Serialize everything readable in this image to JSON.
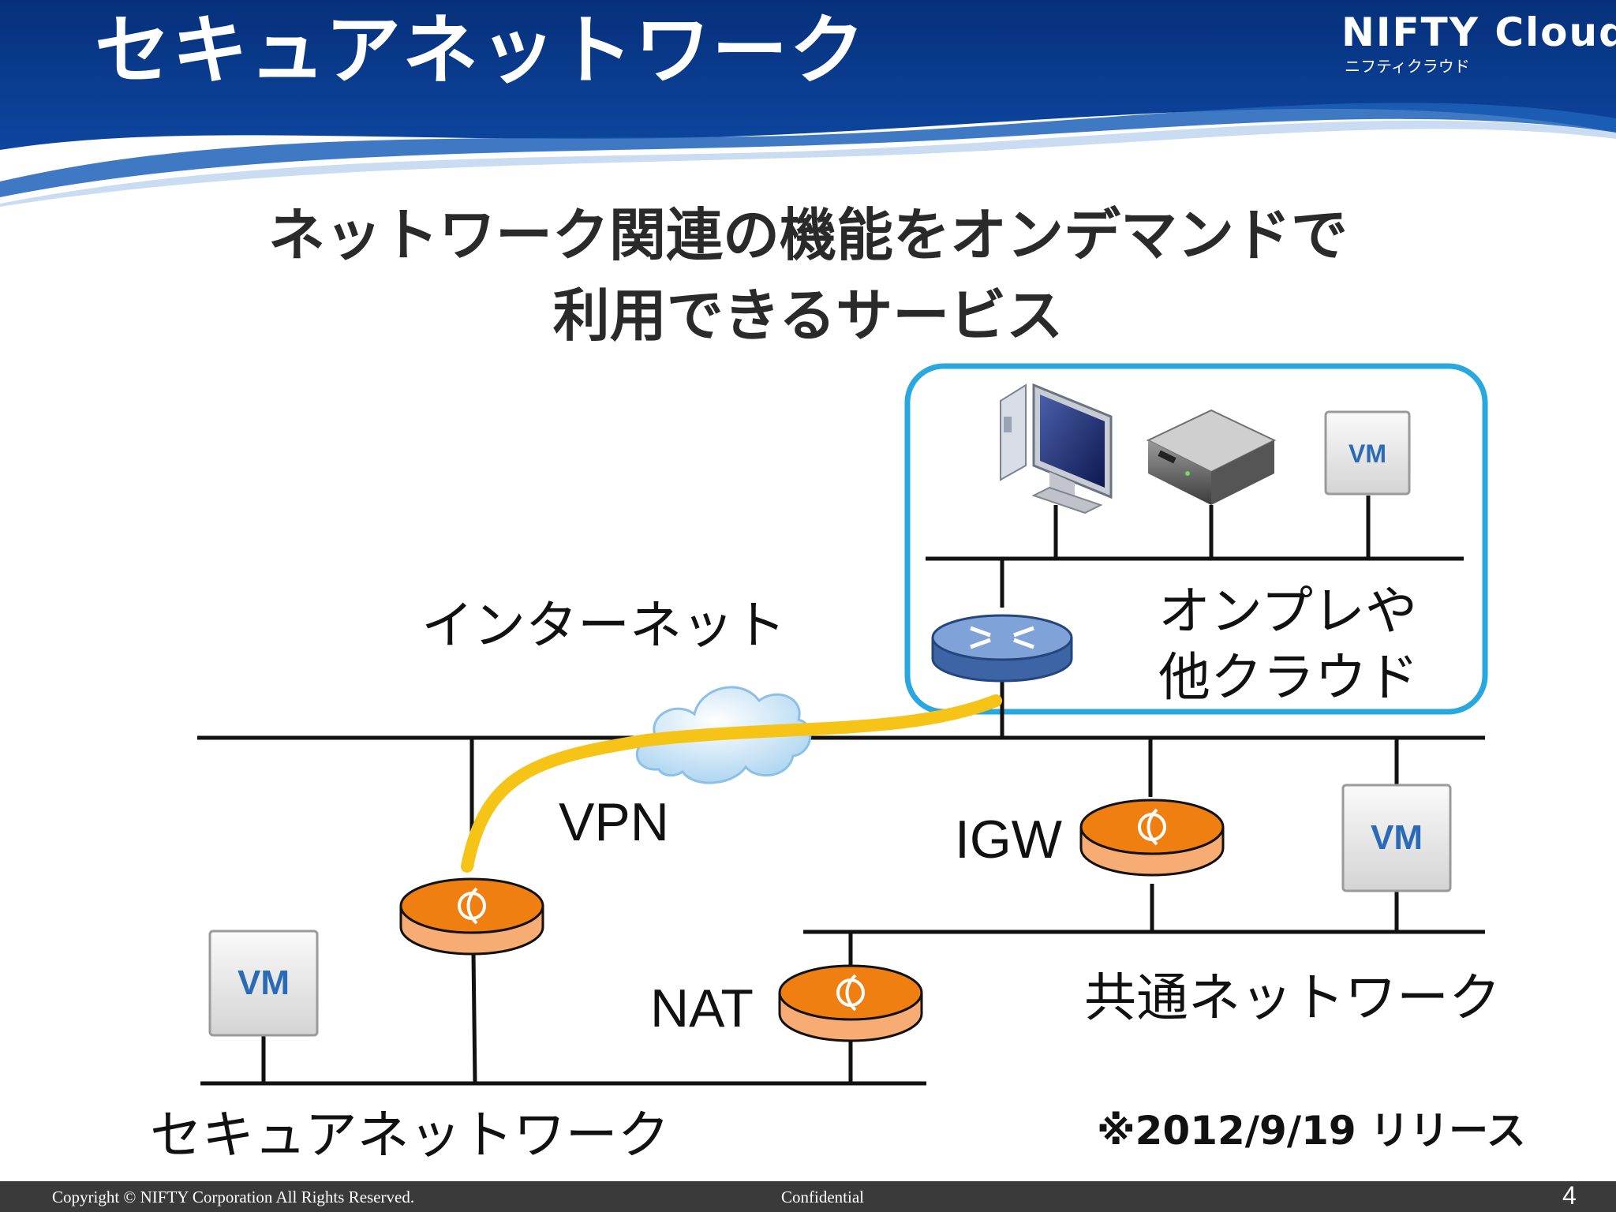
{
  "header": {
    "title": "セキュアネットワーク",
    "logo_name": "NIFTY Cloud",
    "logo_kana": "ニフティクラウド",
    "color": "#0a3a8c"
  },
  "subtitle": {
    "line1": "ネットワーク関連の機能をオンデマンドで",
    "line2": "利用できるサービス"
  },
  "diagram": {
    "internet_label": "インターネット",
    "onprem_label_line1": "オンプレや",
    "onprem_label_line2": "他クラウド",
    "vpn_label": "VPN",
    "igw_label": "IGW",
    "nat_label": "NAT",
    "common_network_label": "共通ネットワーク",
    "secure_network_label": "セキュアネットワーク",
    "vm_label": "VM",
    "onprem_box_color": "#29a8e0",
    "vpn_tunnel_color": "#f6c317",
    "router_color": "#f07f12"
  },
  "release_note": "※2012/9/19 リリース",
  "footer": {
    "copyright": "Copyright © NIFTY Corporation All Rights Reserved.",
    "confidential": "Confidential",
    "page_number": "4"
  }
}
